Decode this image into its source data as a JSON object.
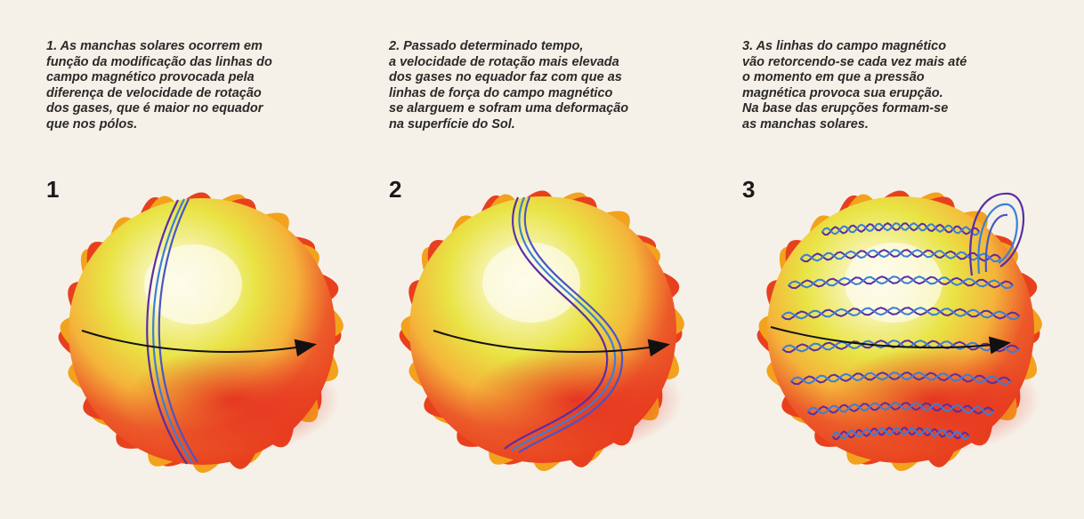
{
  "panels": [
    {
      "number": "1",
      "caption": "1. As manchas solares ocorrem em\nfunção da modificação das linhas do\ncampo magnético provocada pela\ndiferença de velocidade de rotação\ndos gases, que é maior no equador\nque nos pólos."
    },
    {
      "number": "2",
      "caption": "2. Passado determinado tempo,\na velocidade de rotação mais elevada\ndos gases no equador faz com que as\nlinhas de força do campo magnético\nse alarguem e sofram uma deformação\nna superfície do Sol."
    },
    {
      "number": "3",
      "caption": "3. As linhas do campo magnético\nvão retorcendo-se cada vez mais até\no momento em que a pressão\nmagnética provoca sua erupção.\nNa base das erupções formam-se\nas manchas solares."
    }
  ],
  "colors": {
    "sun_core": "#fbf6c8",
    "sun_mid": "#e8e24a",
    "sun_orange": "#f2a21c",
    "sun_red": "#e0301e",
    "field_line_purple": "#5a2ea6",
    "field_line_blue": "#3a7fd9",
    "arrow": "#111111"
  },
  "icons": [
    "sun-illustration",
    "rotation-arrow",
    "magnetic-field-lines"
  ]
}
